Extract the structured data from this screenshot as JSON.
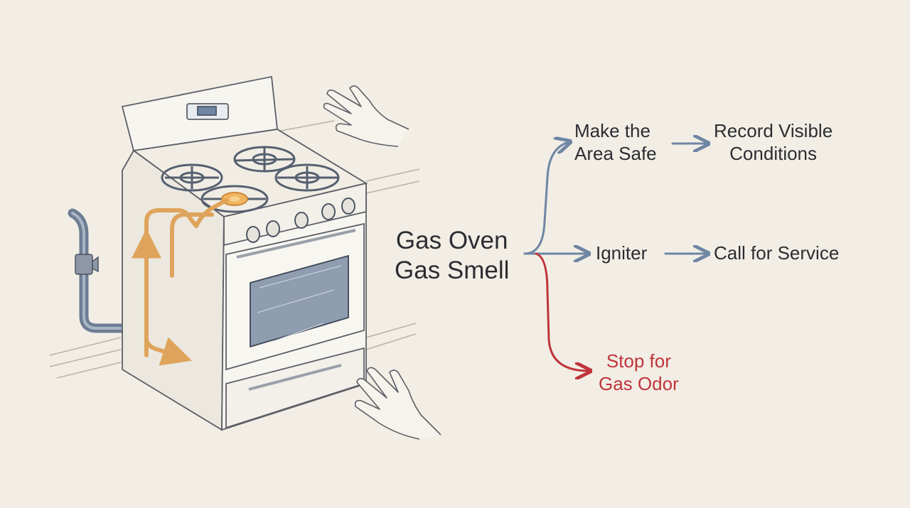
{
  "diagram": {
    "center_label": [
      "Gas Oven",
      "Gas Smell"
    ],
    "nodes": {
      "make_safe": [
        "Make the",
        "Area Safe"
      ],
      "record": [
        "Record Visible",
        "Conditions"
      ],
      "igniter": "Igniter",
      "call_service": "Call for Service",
      "stop": [
        "Stop for",
        "Gas Odor"
      ]
    },
    "colors": {
      "background": "#f2eee6",
      "text": "#2b2d31",
      "connector_blue": "#6f86a3",
      "warning_red": "#c0343a",
      "gas_flow_orange": "#dfa45b",
      "pipe": "#6d7d93",
      "oven_window": "#8f9db1"
    },
    "illustration": {
      "subject": "gas range with cooktop burners, oven window, gas supply pipe with shutoff valve, and hands",
      "icons": [
        "oven-icon",
        "burner-icon",
        "gas-pipe-icon",
        "valve-icon",
        "hand-icon"
      ]
    }
  }
}
